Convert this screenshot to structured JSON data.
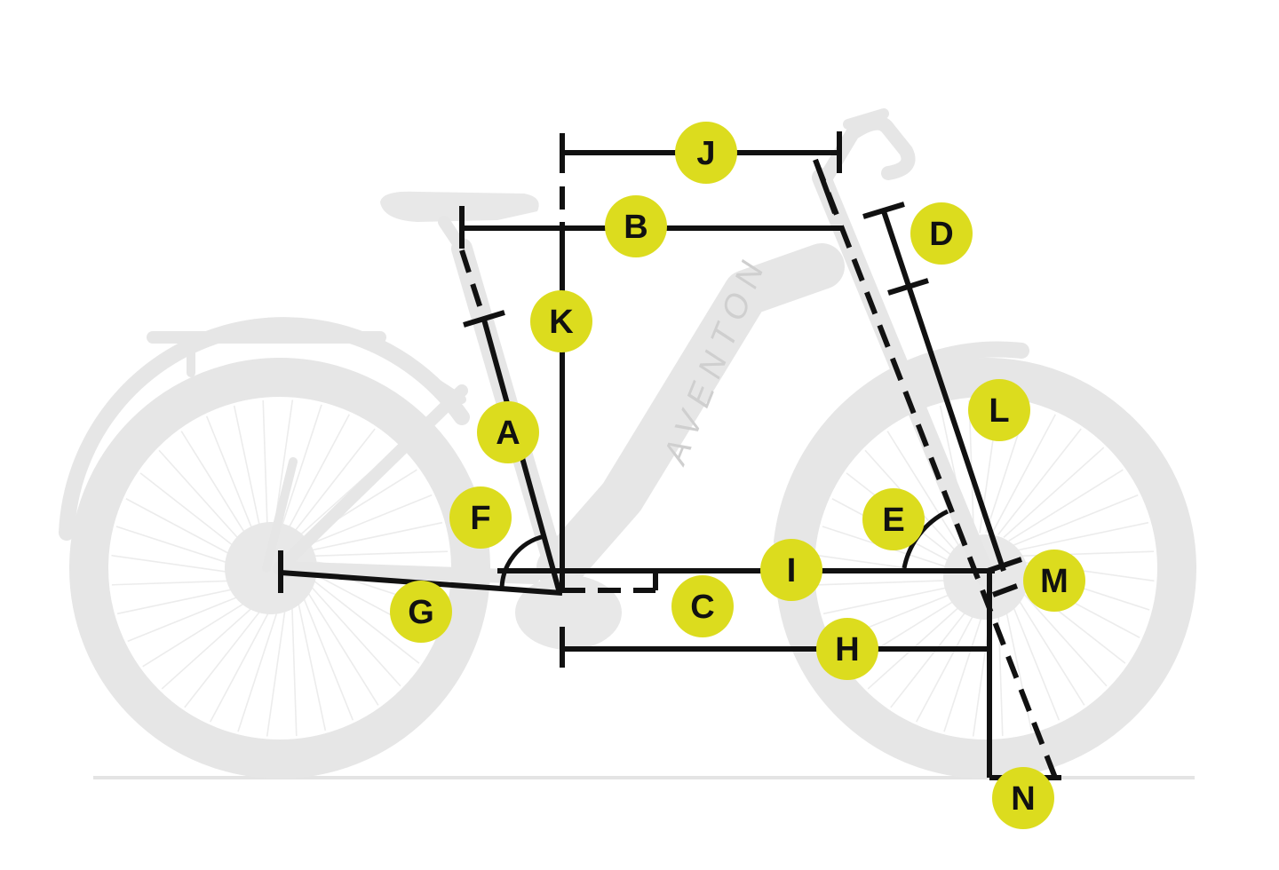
{
  "brand_text": "AVENTON",
  "colors": {
    "badge": "#dcdc1e",
    "lines": "#111111",
    "bike": "#e6e6e6",
    "background": "#ffffff"
  },
  "labels": {
    "A": "A",
    "B": "B",
    "C": "C",
    "D": "D",
    "E": "E",
    "F": "F",
    "G": "G",
    "H": "H",
    "I": "I",
    "J": "J",
    "K": "K",
    "L": "L",
    "M": "M",
    "N": "N"
  }
}
